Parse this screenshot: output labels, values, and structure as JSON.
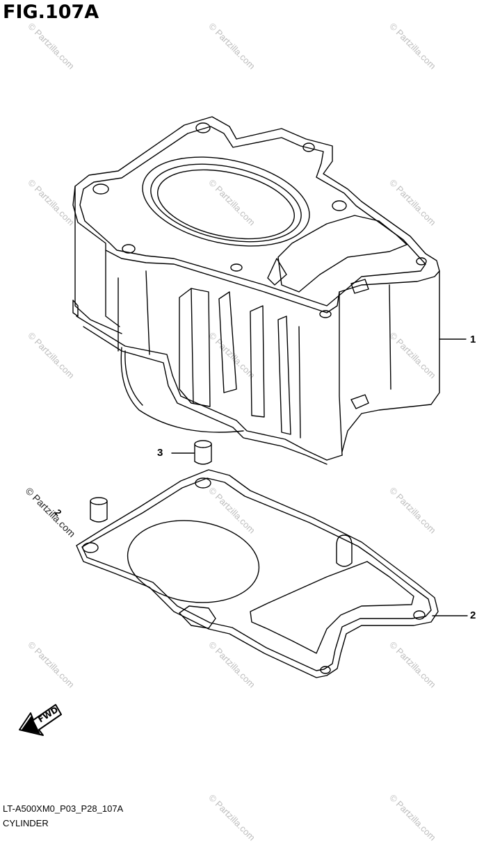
{
  "figure": {
    "title": "FIG.107A",
    "drawing_code": "LT-A500XM0_P03_P28_107A",
    "caption": "CYLINDER"
  },
  "callouts": [
    {
      "id": "1",
      "label": "1"
    },
    {
      "id": "2",
      "label": "2"
    },
    {
      "id": "3",
      "label": "3"
    },
    {
      "id": "4",
      "label": "2"
    }
  ],
  "direction_label": "FWD",
  "watermark": "© Partzilla.com",
  "colors": {
    "line": "#000000",
    "watermark": "#bdbdbd"
  }
}
